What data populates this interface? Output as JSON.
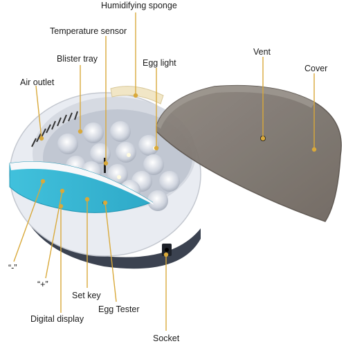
{
  "labels": {
    "humidifying_sponge": "Humidifying sponge",
    "temperature_sensor": "Temperature sensor",
    "blister_tray": "Blister tray",
    "egg_light": "Egg light",
    "vent": "Vent",
    "cover": "Cover",
    "air_outlet": "Air outlet",
    "minus_key": "“-”",
    "plus_key": "“+”",
    "set_key": "Set key",
    "egg_tester": "Egg Tester",
    "digital_display": "Digital display",
    "socket": "Socket"
  },
  "colors": {
    "leader": "#d9a93a",
    "body_white": "#eef0f5",
    "body_shadow": "#c9ccd4",
    "base_dark": "#3b4250",
    "panel_blue": "#36b7d4",
    "cover_smoke": "#7a726b",
    "sponge": "#f1e6c6"
  }
}
